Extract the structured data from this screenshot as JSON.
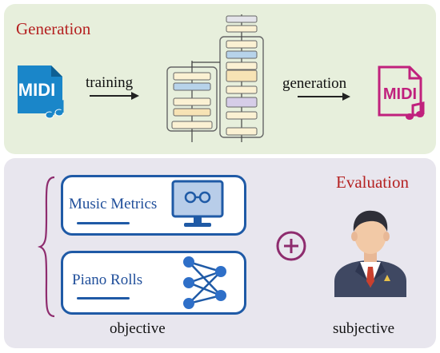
{
  "generation": {
    "title": "Generation",
    "source_file": {
      "icon": "midi-file-icon-blue",
      "text": "MIDI"
    },
    "training_label": "training",
    "model_icon": "transformer-diagram-icon",
    "generation_label": "generation",
    "output_file": {
      "icon": "midi-file-icon-pink",
      "text": "MIDI"
    }
  },
  "evaluation": {
    "title": "Evaluation",
    "objective": {
      "label": "objective",
      "cards": [
        {
          "label": "Music Metrics",
          "icon": "monitor-metrics-icon"
        },
        {
          "label": "Piano Rolls",
          "icon": "neural-network-icon"
        }
      ]
    },
    "plus_icon": "plus-circle-icon",
    "subjective": {
      "label": "subjective",
      "icon": "person-avatar-icon"
    }
  },
  "colors": {
    "generation_bg": "#e7efdc",
    "evaluation_bg": "#e8e6ee",
    "title_red": "#b52222",
    "card_blue": "#1f5aa6",
    "midi_blue": "#1a86c9",
    "midi_pink": "#c0217d",
    "brace_purple": "#8e2c6e"
  }
}
